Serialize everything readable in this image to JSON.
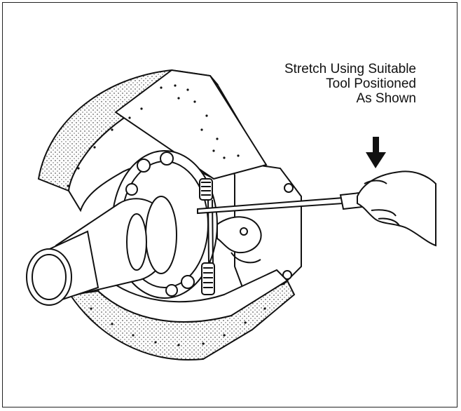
{
  "figure": {
    "caption_lines": [
      "Stretch Using Suitable",
      "Tool Positioned",
      "As Shown"
    ],
    "colors": {
      "ink": "#111111",
      "paper": "#ffffff"
    },
    "icons": [
      "down-arrow-icon",
      "screwdriver-icon",
      "hand-icon",
      "brake-assembly-drawing",
      "return-spring-icon"
    ]
  }
}
